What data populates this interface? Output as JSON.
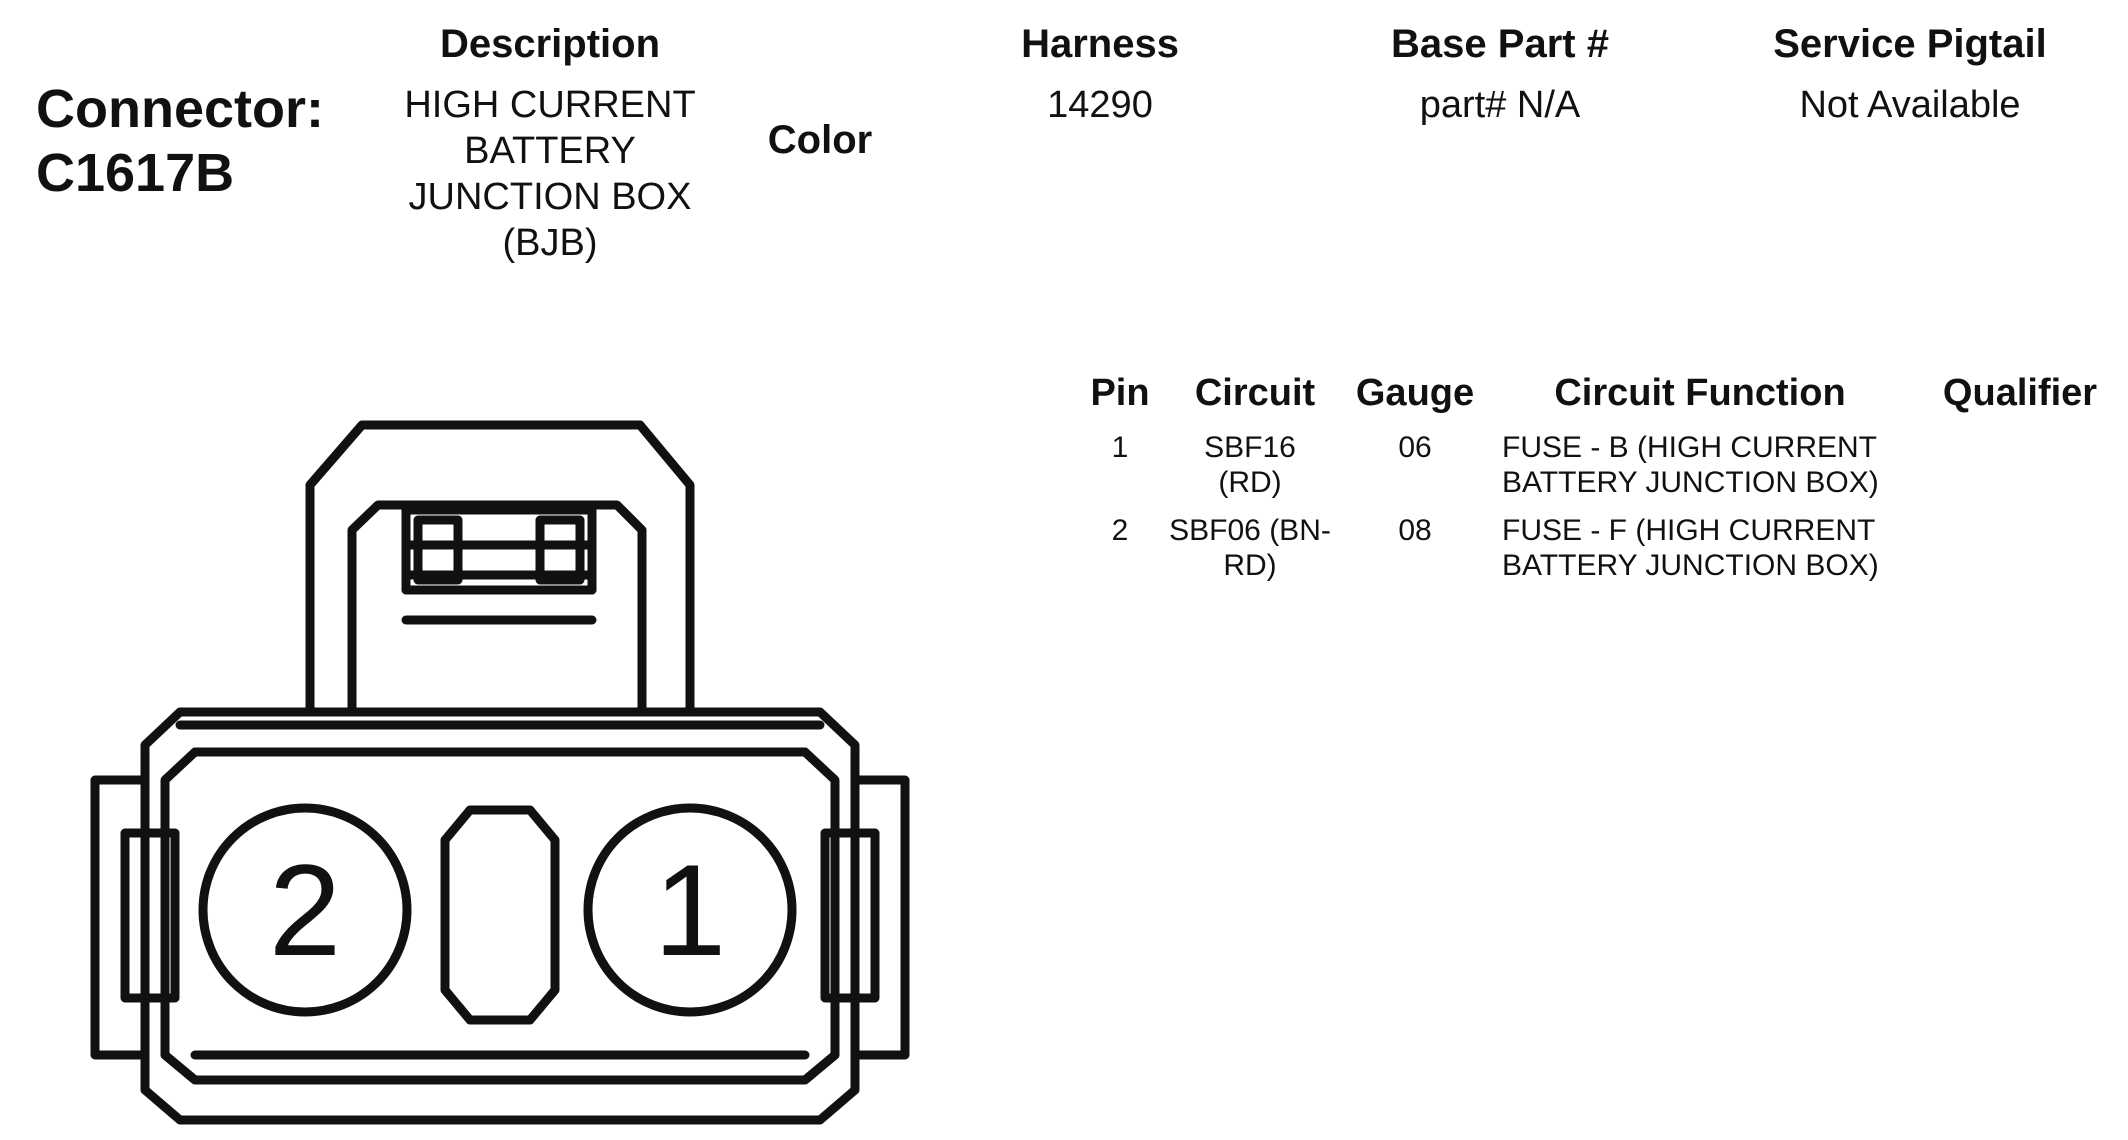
{
  "connector": {
    "label": "Connector:",
    "id": "C1617B"
  },
  "headers": {
    "description": "Description",
    "color": "Color",
    "harness": "Harness",
    "base_part": "Base Part #",
    "service_pigtail": "Service Pigtail"
  },
  "values": {
    "description_lines": [
      "HIGH CURRENT",
      "BATTERY",
      "JUNCTION BOX",
      "(BJB)"
    ],
    "harness": "14290",
    "base_part": "part# N/A",
    "service_pigtail": "Not Available"
  },
  "pin_table": {
    "headers": {
      "pin": "Pin",
      "circuit": "Circuit",
      "gauge": "Gauge",
      "function": "Circuit Function",
      "qualifier": "Qualifier"
    },
    "rows": [
      {
        "pin": "1",
        "circuit_lines": [
          "SBF16",
          "(RD)"
        ],
        "gauge": "06",
        "function_lines": [
          "FUSE - B (HIGH CURRENT",
          "BATTERY JUNCTION BOX)"
        ],
        "qualifier": ""
      },
      {
        "pin": "2",
        "circuit_lines": [
          "SBF06 (BN-",
          "RD)"
        ],
        "gauge": "08",
        "function_lines": [
          "FUSE - F (HIGH CURRENT",
          "BATTERY JUNCTION BOX)"
        ],
        "qualifier": ""
      }
    ]
  },
  "diagram": {
    "cavity_left_label": "2",
    "cavity_right_label": "1"
  }
}
